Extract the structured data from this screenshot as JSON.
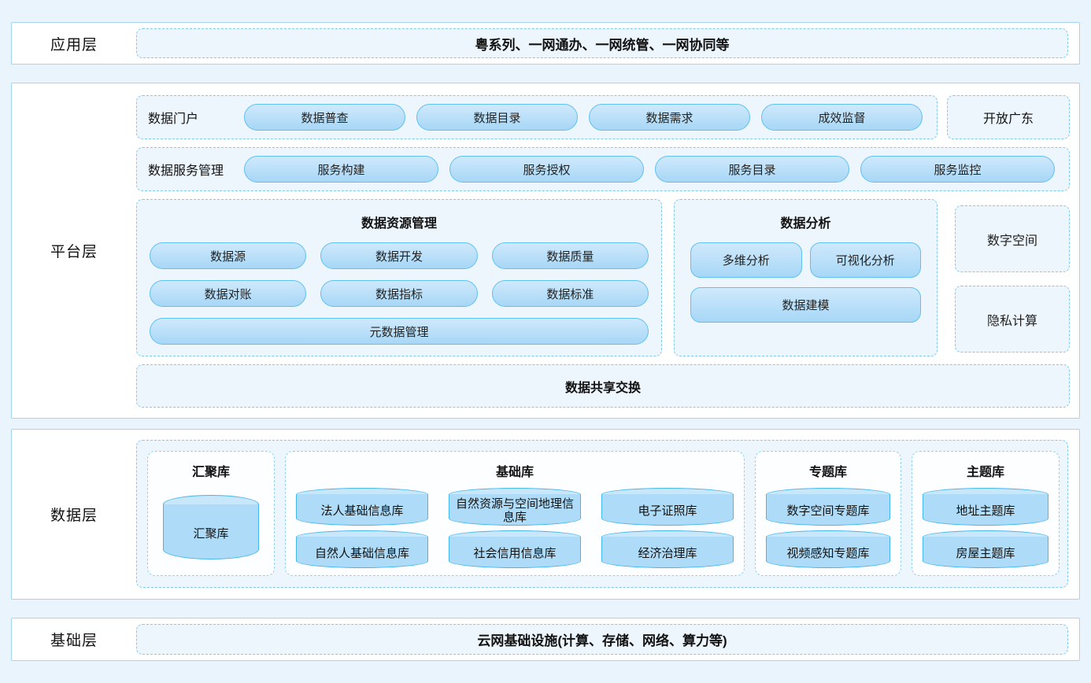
{
  "colors": {
    "page_background": "#e9f4fc",
    "layer_border": "#a3d6f0",
    "dashed_border": "#7ecbf3",
    "dashed_fill": "#edf6fd",
    "pill_border": "#5fc0f1",
    "pill_fill_top": "#cfe9fc",
    "pill_fill_bottom": "#a7d7f6",
    "cylinder_stroke": "#45b6ee",
    "cylinder_fill": "#aedcf8"
  },
  "layers": {
    "app": {
      "label": "应用层",
      "content": "粤系列、一网通办、一网统管、一网协同等"
    },
    "platform": {
      "label": "平台层",
      "portal": {
        "label": "数据门户",
        "items": [
          "数据普查",
          "数据目录",
          "数据需求",
          "成效监督"
        ]
      },
      "open_gd": "开放广东",
      "service": {
        "label": "数据服务管理",
        "items": [
          "服务构建",
          "服务授权",
          "服务目录",
          "服务监控"
        ]
      },
      "resource": {
        "title": "数据资源管理",
        "row1": [
          "数据源",
          "数据开发",
          "数据质量"
        ],
        "row2": [
          "数据对账",
          "数据指标",
          "数据标准"
        ],
        "wide": "元数据管理"
      },
      "analysis": {
        "title": "数据分析",
        "row1": [
          "多维分析",
          "可视化分析"
        ],
        "wide": "数据建模"
      },
      "digital_space": "数字空间",
      "privacy": "隐私计算",
      "exchange": "数据共享交换"
    },
    "data": {
      "label": "数据层",
      "hub": {
        "title": "汇聚库",
        "dbs": [
          "汇聚库"
        ]
      },
      "base": {
        "title": "基础库",
        "dbs": [
          "法人基础信息库",
          "自然资源与空间地理信息库",
          "电子证照库",
          "自然人基础信息库",
          "社会信用信息库",
          "经济治理库"
        ]
      },
      "special": {
        "title": "专题库",
        "dbs": [
          "数字空间专题库",
          "视频感知专题库"
        ]
      },
      "theme": {
        "title": "主题库",
        "dbs": [
          "地址主题库",
          "房屋主题库"
        ]
      }
    },
    "infra": {
      "label": "基础层",
      "content": "云网基础设施(计算、存储、网络、算力等)"
    }
  }
}
